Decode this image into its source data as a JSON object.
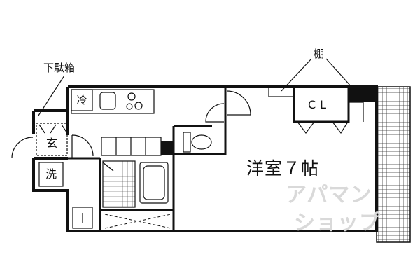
{
  "labels": {
    "shoe_box": "下駄箱",
    "shelf": "棚",
    "closet": "CL",
    "refrigerator": "冷",
    "entrance": "玄",
    "washer": "洗",
    "room": "洋室７帖"
  },
  "watermark": {
    "line1": "アパマン",
    "line2": "ショップ"
  },
  "colors": {
    "wall": "#111111",
    "balcony_grid": "#333333",
    "watermark": "#d9d9d9"
  }
}
